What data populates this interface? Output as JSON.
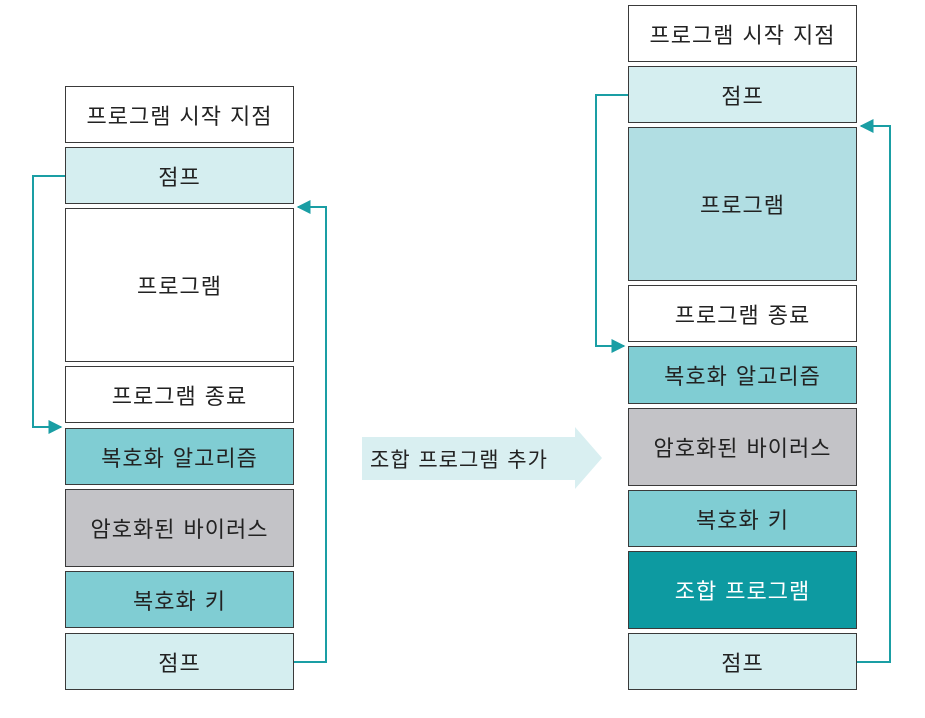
{
  "left_stack": [
    {
      "label": "프로그램 시작 지점",
      "color": "white"
    },
    {
      "label": "점프",
      "color": "light"
    },
    {
      "label": "프로그램",
      "color": "white"
    },
    {
      "label": "프로그램 종료",
      "color": "white"
    },
    {
      "label": "복호화 알고리즘",
      "color": "teal"
    },
    {
      "label": "암호화된 바이러스",
      "color": "gray"
    },
    {
      "label": "복호화 키",
      "color": "teal"
    },
    {
      "label": "점프",
      "color": "light"
    }
  ],
  "transition": {
    "label": "조합 프로그램 추가"
  },
  "right_stack": [
    {
      "label": "프로그램 시작 지점",
      "color": "white"
    },
    {
      "label": "점프",
      "color": "light"
    },
    {
      "label": "프로그램",
      "color": "mid"
    },
    {
      "label": "프로그램 종료",
      "color": "white"
    },
    {
      "label": "복호화 알고리즘",
      "color": "teal"
    },
    {
      "label": "암호화된 바이러스",
      "color": "gray"
    },
    {
      "label": "복호화 키",
      "color": "teal"
    },
    {
      "label": "조합 프로그램",
      "color": "dark"
    },
    {
      "label": "점프",
      "color": "light"
    }
  ],
  "colors": {
    "arrow": "#1a9ea4",
    "transition_arrow": "#d9eff1"
  }
}
